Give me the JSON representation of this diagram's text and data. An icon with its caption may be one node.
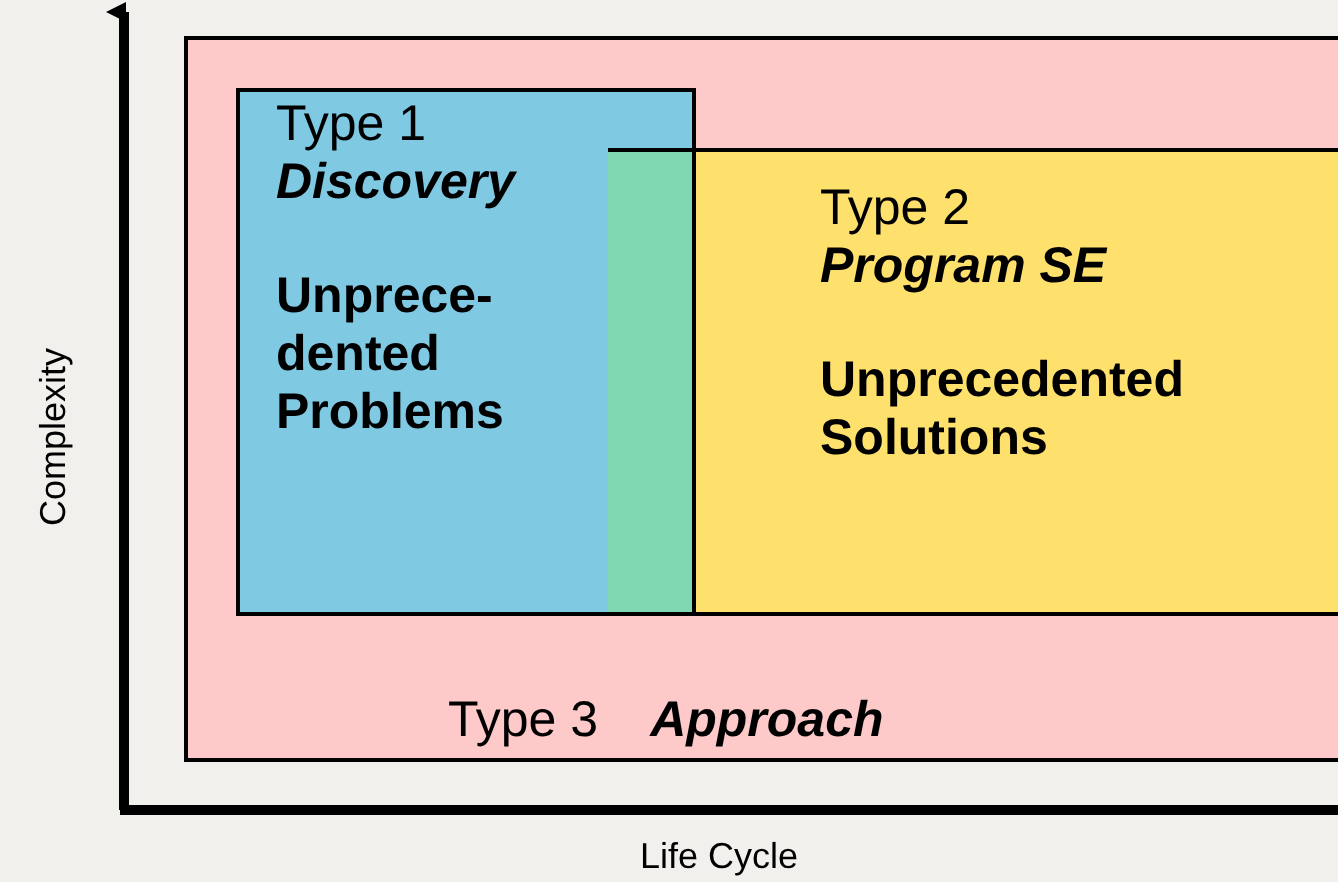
{
  "diagram": {
    "nodes": [
      {
        "text": [
          "Type 3",
          "Approach"
        ]
      },
      {
        "text": [
          "Type 1",
          "Discovery",
          "Unprece- dented Problems"
        ],
        "in": 0
      },
      {
        "text": [
          "Type 2",
          "Program SE",
          "Unprecedented Solutions"
        ],
        "in": 0
      }
    ],
    "labels": [
      "Complexity",
      "Life Cycle"
    ]
  }
}
